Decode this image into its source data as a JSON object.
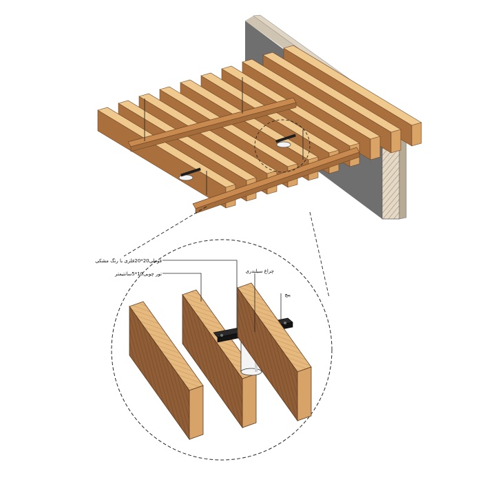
{
  "labels": {
    "top_label": "قوطی20*20فلزی با رنگ مشکی",
    "wood_label": "تور چوبی10*5سانتیمتر",
    "light_label": "چراغ سیلندری",
    "screw_label": "پیچ"
  },
  "colors": {
    "wood_light": "#e2b37a",
    "wood_mid": "#c8904f",
    "wood_dark": "#8a5a33",
    "wood_top": "#f0c98e",
    "wall_face": "#6f6f6f",
    "wall_edge": "#d7c7b0",
    "metal": "#1e1e1e",
    "lamp": "#f4f4f4",
    "line": "#222222"
  },
  "icons": {
    "wall": "concrete-wall",
    "lamp": "cylinder-light",
    "tube": "black-metal-tube"
  }
}
